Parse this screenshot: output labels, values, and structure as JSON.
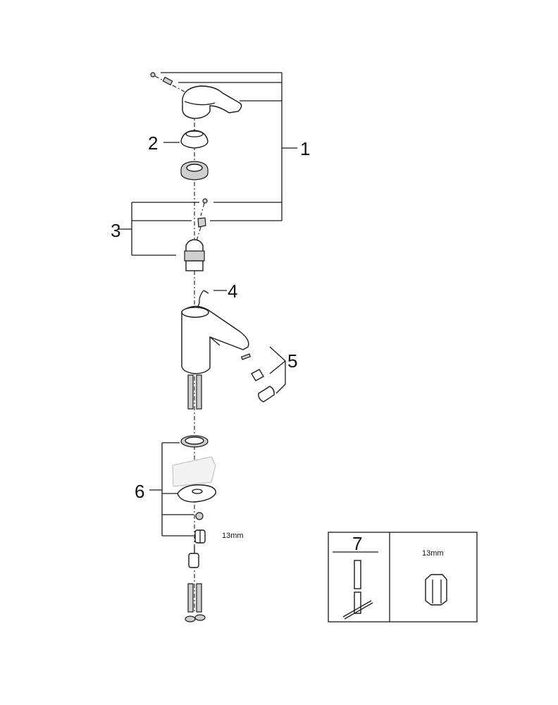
{
  "callouts": {
    "c1": "1",
    "c2": "2",
    "c3": "3",
    "c4": "4",
    "c5": "5",
    "c6": "6",
    "c7": "7"
  },
  "dimension_label": "13mm",
  "tool_box": {
    "tool_number": "7",
    "socket_label": "13mm"
  }
}
